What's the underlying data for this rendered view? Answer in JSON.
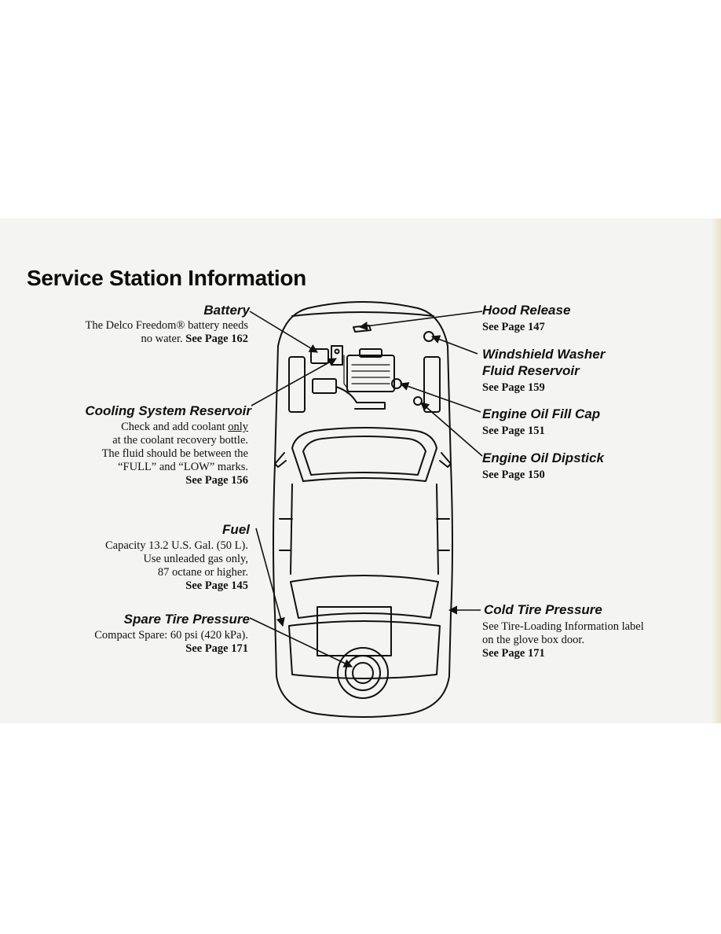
{
  "title": "Service Station Information",
  "callouts": {
    "battery": {
      "label": "Battery",
      "lines": [
        "The Delco Freedom® battery needs",
        "no water."
      ],
      "page": "See Page 162"
    },
    "cooling": {
      "label": "Cooling System Reservoir",
      "line1": "Check and add coolant",
      "line1_emph": "only",
      "lines": [
        "at the coolant recovery bottle.",
        "The fluid should be between the",
        "“FULL” and “LOW” marks."
      ],
      "page": "See Page 156"
    },
    "fuel": {
      "label": "Fuel",
      "lines": [
        "Capacity 13.2 U.S. Gal. (50 L).",
        "Use unleaded gas only,",
        "87 octane or higher."
      ],
      "page": "See Page 145"
    },
    "spare": {
      "label": "Spare Tire Pressure",
      "lines": [
        "Compact Spare: 60 psi (420 kPa)."
      ],
      "page": "See Page 171"
    },
    "hood": {
      "label": "Hood Release",
      "page": "See Page 147"
    },
    "washer": {
      "label_lines": [
        "Windshield Washer",
        "Fluid Reservoir"
      ],
      "page": "See Page 159"
    },
    "oil_cap": {
      "label": "Engine Oil Fill Cap",
      "page": "See Page 151"
    },
    "dipstick": {
      "label": "Engine Oil Dipstick",
      "page": "See Page 150"
    },
    "cold_tire": {
      "label": "Cold Tire Pressure",
      "lines": [
        "See Tire-Loading Information label",
        "on  the glove box door."
      ],
      "page": "See Page 171"
    }
  }
}
